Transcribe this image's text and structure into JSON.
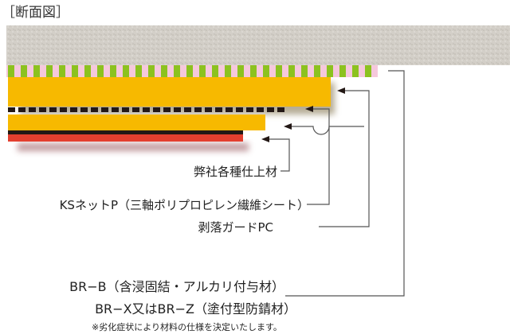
{
  "title": "［断面図］",
  "labels": {
    "finish": "弊社各種仕上材",
    "ksnet": "KSネットP（三軸ポリプロピレン繊維シート）",
    "guard": "剥落ガードPC",
    "brb": "BR−B（含浸固結・アルカリ付与材）",
    "brx": "BR−X又はBR−Z（塗付型防錆材）",
    "note": "※劣化症状により材料の仕様を決定いたします。"
  },
  "colors": {
    "concrete": "#d3cfc8",
    "green": "#8cc21f",
    "pink": "#f5c8dc",
    "orange": "#f7b900",
    "black": "#231815",
    "red": "#e33f2f",
    "line": "#555555"
  }
}
